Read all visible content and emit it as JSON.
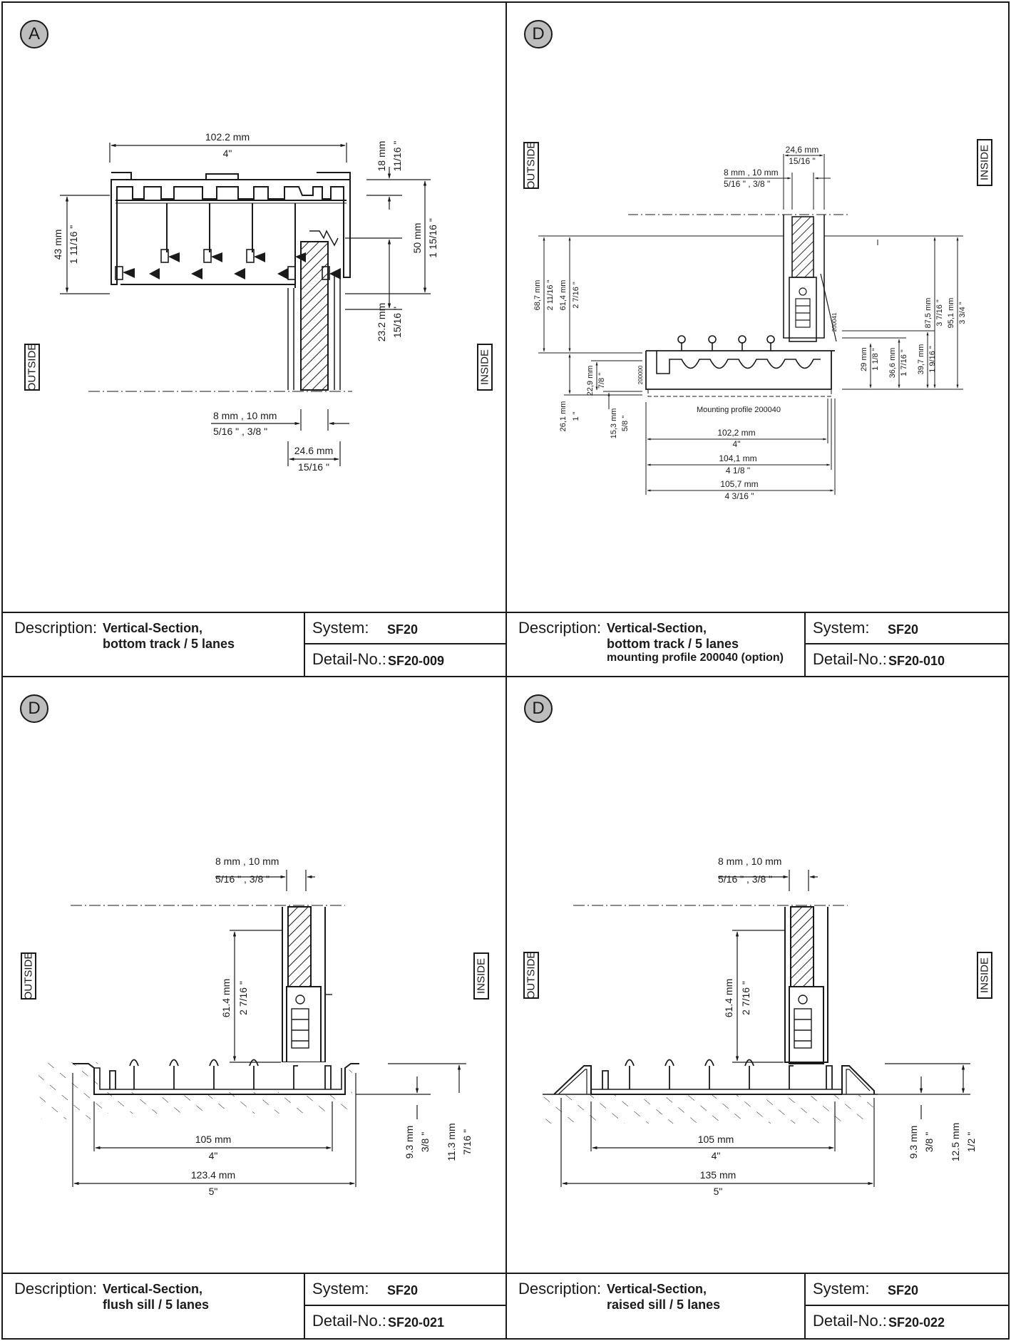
{
  "panels": [
    {
      "badge": "A",
      "outside": "OUTSIDE",
      "inside": "INSIDE",
      "desc_label": "Description:",
      "desc_line1": "Vertical-Section,",
      "desc_line2": "bottom track / 5 lanes",
      "desc_line3": "",
      "system_label": "System:",
      "system_value": "SF20",
      "detail_label": "Detail-No.:",
      "detail_value": "SF20-009",
      "dims": {
        "w_mm": "102.2 mm",
        "w_in": "4\"",
        "top_mm": "18 mm",
        "top_in": "11/16 \"",
        "h43_mm": "43 mm",
        "h43_in": "1 11/16 \"",
        "h50_mm": "50 mm",
        "h50_in": "1 15/16 \"",
        "h23_mm": "23.2 mm",
        "h23_in": "15/16 \"",
        "glass_mm": "8 mm , 10 mm",
        "glass_in": "5/16 \" ,  3/8 \"",
        "g24_mm": "24.6 mm",
        "g24_in": "15/16 \""
      }
    },
    {
      "badge": "D",
      "outside": "OUTSIDE",
      "inside": "INSIDE",
      "desc_label": "Description:",
      "desc_line1": "Vertical-Section,",
      "desc_line2": "bottom track / 5 lanes",
      "desc_line3": "mounting profile 200040 (option)",
      "system_label": "System:",
      "system_value": "SF20",
      "detail_label": "Detail-No.:",
      "detail_value": "SF20-010",
      "dims": {
        "g24_mm": "24,6 mm",
        "g24_in": "15/16 \"",
        "glass_mm": "8 mm , 10 mm",
        "glass_in": "5/16 \" ,  3/8 \"",
        "h687_mm": "68,7 mm",
        "h687_in": "2 11/16 \"",
        "h614_mm": "61,4 mm",
        "h614_in": "2 7/16 \"",
        "h229_mm": "22,9 mm",
        "h229_in": "7/8 \"",
        "h261_mm": "26,1 mm",
        "h261_in": "1 \"",
        "h153_mm": "15,3 mm",
        "h153_in": "5/8 \"",
        "h29_mm": "29 mm",
        "h29_in": "1 1/8 \"",
        "h366_mm": "36,6 mm",
        "h366_in": "1 7/16 \"",
        "h397_mm": "39,7 mm",
        "h397_in": "1 9/16 \"",
        "h875_mm": "87,5 mm",
        "h875_in": "3 7/16 \"",
        "h951_mm": "95,1 mm",
        "h951_in": "3 3/4 \"",
        "mount": "Mounting profile 200040",
        "part_a": "200000",
        "part_b": "200041",
        "w1022_mm": "102,2 mm",
        "w1022_in": "4\"",
        "w1041_mm": "104,1 mm",
        "w1041_in": "4 1/8 \"",
        "w1057_mm": "105,7 mm",
        "w1057_in": "4 3/16 \""
      }
    },
    {
      "badge": "D",
      "outside": "OUTSIDE",
      "inside": "INSIDE",
      "desc_label": "Description:",
      "desc_line1": "Vertical-Section,",
      "desc_line2": "flush sill / 5 lanes",
      "desc_line3": "",
      "system_label": "System:",
      "system_value": "SF20",
      "detail_label": "Detail-No.:",
      "detail_value": "SF20-021",
      "dims": {
        "glass_mm": "8 mm , 10 mm",
        "glass_in": "5/16 \" ,  3/8 \"",
        "h614_mm": "61.4 mm",
        "h614_in": "2 7/16 \"",
        "w105_mm": "105 mm",
        "w105_in": "4\"",
        "wall_mm": "123.4 mm",
        "wall_in": "5\"",
        "h93_mm": "9.3 mm",
        "h93_in": "3/8 \"",
        "h113_mm": "11.3 mm",
        "h113_in": "7/16 \""
      }
    },
    {
      "badge": "D",
      "outside": "OUTSIDE",
      "inside": "INSIDE",
      "desc_label": "Description:",
      "desc_line1": "Vertical-Section,",
      "desc_line2": "raised sill / 5 lanes",
      "desc_line3": "",
      "system_label": "System:",
      "system_value": "SF20",
      "detail_label": "Detail-No.:",
      "detail_value": "SF20-022",
      "dims": {
        "glass_mm": "8 mm , 10 mm",
        "glass_in": "5/16 \" ,  3/8 \"",
        "h614_mm": "61.4 mm",
        "h614_in": "2 7/16 \"",
        "w105_mm": "105 mm",
        "w105_in": "4\"",
        "wall_mm": "135 mm",
        "wall_in": "5\"",
        "h93_mm": "9.3 mm",
        "h93_in": "3/8 \"",
        "h125_mm": "12.5 mm",
        "h125_in": "1/2 \""
      }
    }
  ]
}
